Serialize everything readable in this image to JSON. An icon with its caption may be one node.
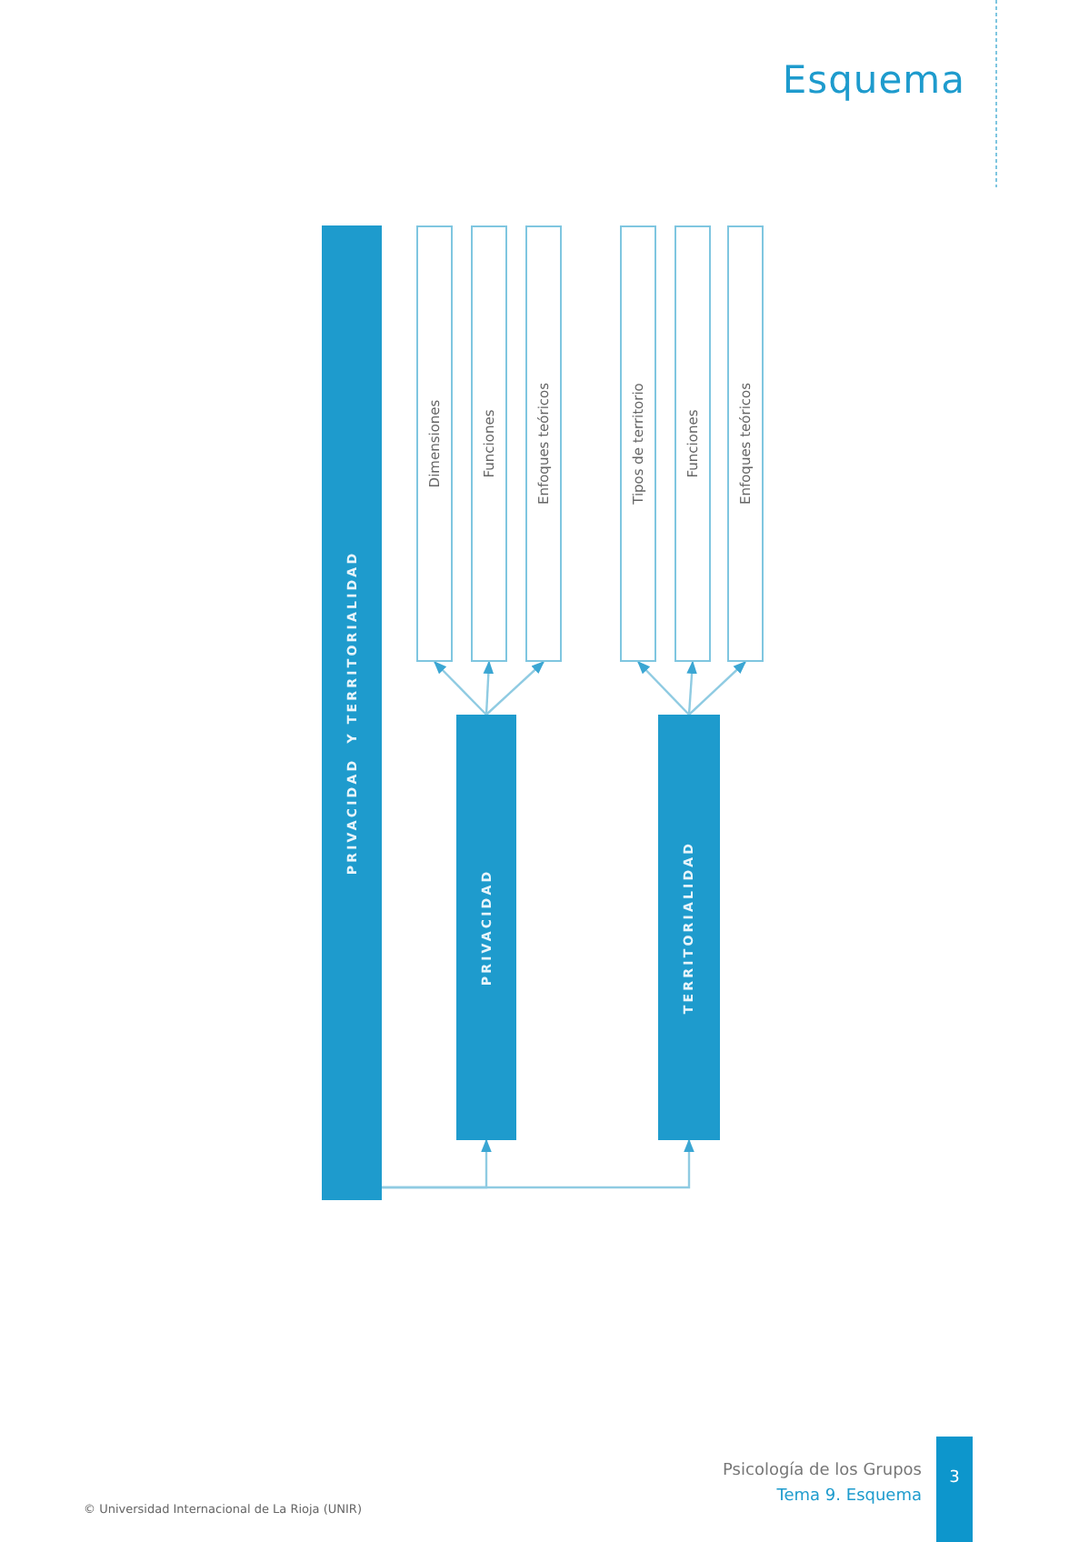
{
  "diagram": {
    "title": "Esquema",
    "nodes": [
      {
        "text": [
          "PRIVACIDAD  Y TERRITORIALIDAD"
        ]
      },
      {
        "text": [
          "PRIVACIDAD"
        ]
      },
      {
        "text": [
          "TERRITORIALIDAD"
        ]
      },
      {
        "text": [
          "Dimensiones"
        ]
      },
      {
        "text": [
          "Funciones"
        ]
      },
      {
        "text": [
          "Enfoques teóricos"
        ]
      },
      {
        "text": [
          "Tipos de territorio"
        ]
      },
      {
        "text": [
          "Funciones"
        ]
      },
      {
        "text": [
          "Enfoques teóricos"
        ]
      }
    ],
    "edges": [
      {
        "from": 0,
        "to": 1,
        "arrow": "to"
      },
      {
        "from": 0,
        "to": 2,
        "arrow": "to"
      },
      {
        "from": 1,
        "to": 3,
        "arrow": "to"
      },
      {
        "from": 1,
        "to": 4,
        "arrow": "to"
      },
      {
        "from": 1,
        "to": 5,
        "arrow": "to"
      },
      {
        "from": 2,
        "to": 6,
        "arrow": "to"
      },
      {
        "from": 2,
        "to": 7,
        "arrow": "to"
      },
      {
        "from": 2,
        "to": 8,
        "arrow": "to"
      }
    ],
    "labels": [
      "Psicología de los Grupos",
      "Tema 9. Esquema",
      "3",
      "© Universidad Internacional de La Rioja (UNIR)"
    ]
  }
}
